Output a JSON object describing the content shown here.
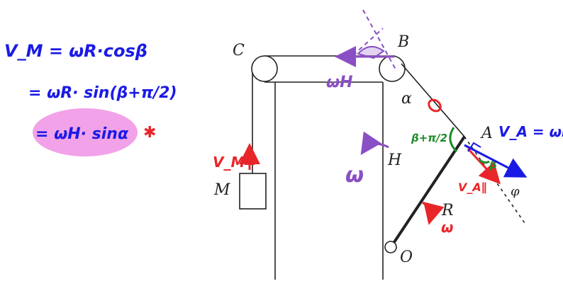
{
  "colors": {
    "ink": "#222222",
    "blue": "#1a1ae6",
    "red": "#e8262a",
    "purple": "#8a4fc4",
    "green": "#1e8c2a",
    "highlight": "#f2a2e8"
  },
  "equations": {
    "line1": "V_M = ωR·cosβ",
    "line2": "= ωR· sin(β+π/2)",
    "line3": "= ωH· sinα"
  },
  "mark": "✱",
  "labels": {
    "C": "C",
    "B": "B",
    "A": "A",
    "H": "H",
    "M": "M",
    "R": "R",
    "O": "O",
    "alpha": "α",
    "phi": "φ"
  },
  "annotations": {
    "vm": "V_M",
    "wH": "ωH",
    "omega_left": "ω",
    "omega_right": "ω",
    "beta_angle": "β+π/2",
    "VA": "V_A = ωR",
    "VA_par": "V_A∥",
    "beta_small": "β"
  }
}
